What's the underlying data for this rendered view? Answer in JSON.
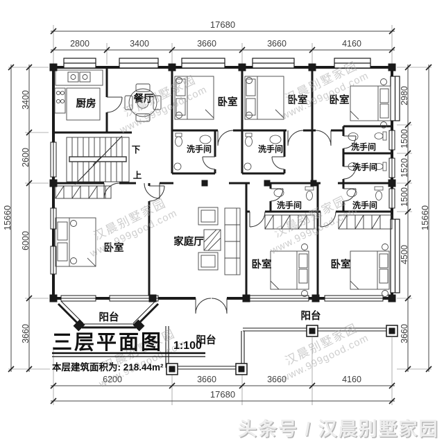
{
  "title_block": {
    "title": "三层平面图",
    "scale": "1:100",
    "area_label": "本层建筑面积为: 218.44m²"
  },
  "footer": {
    "text": "头条号 / 汉晨别墅家园"
  },
  "watermark": {
    "brand": "汉晨别墅家园",
    "url": "www.999good.com"
  },
  "rooms": {
    "kitchen": "厨房",
    "dining": "餐厅",
    "bedroom": "卧室",
    "bathroom": "洗手间",
    "family_hall": "家庭厅",
    "balcony": "阳台",
    "stair_down": "下",
    "stair_up": "上"
  },
  "dimensions": {
    "top": {
      "total": "17680",
      "segments": [
        "2800",
        "3400",
        "3660",
        "3660",
        "4160"
      ]
    },
    "bottom": {
      "total": "17680",
      "segments": [
        "6200",
        "3660",
        "3660",
        "4160"
      ]
    },
    "left": {
      "total": "15660",
      "segments": [
        "3400",
        "2600",
        "6000",
        "3660"
      ]
    },
    "right": {
      "total": "15660",
      "segments": [
        "2980",
        "1500",
        "1520",
        "1500",
        "4500",
        "3660"
      ]
    }
  },
  "colors": {
    "wall": "#1a1a1a",
    "dimension_text": "#3d3d3d",
    "watermark": "#a5a5a5",
    "footer_text": "#c9c9c9"
  }
}
